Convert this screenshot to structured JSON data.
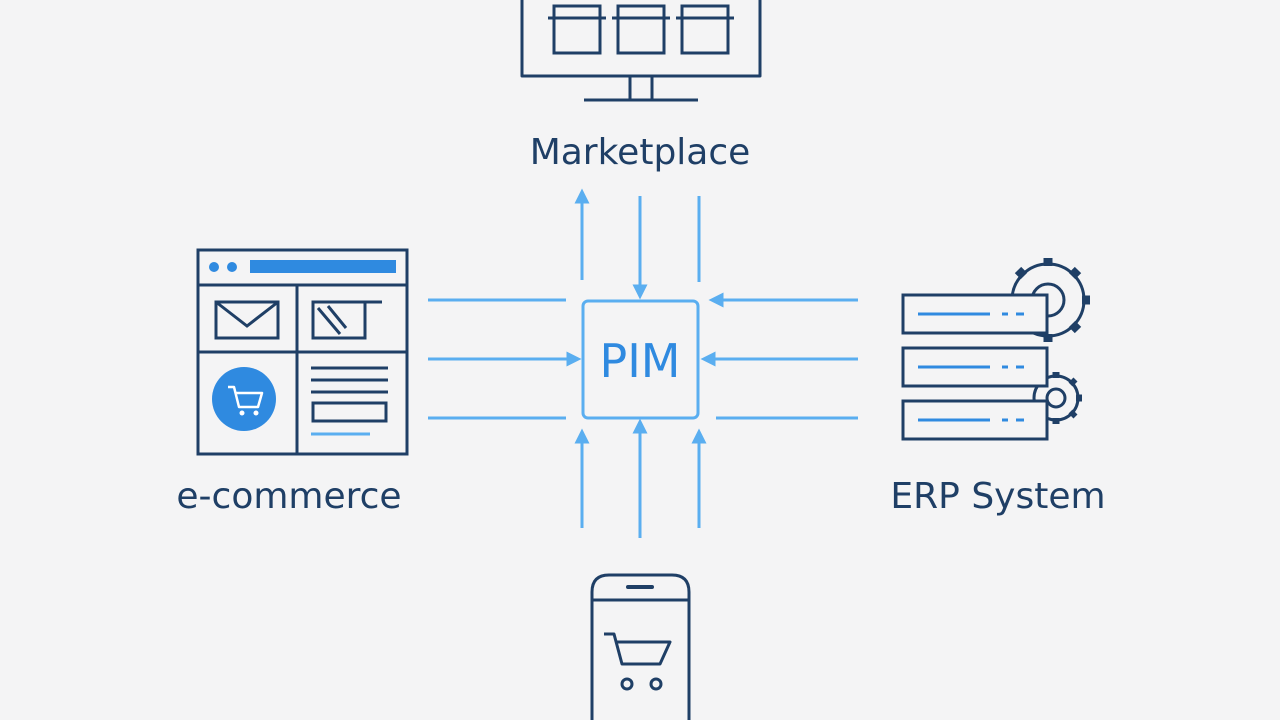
{
  "hub": {
    "label": "PIM"
  },
  "nodes": {
    "marketplace": {
      "label": "Marketplace",
      "icon": "monitor-storefront-icon"
    },
    "ecommerce": {
      "label": "e-commerce",
      "icon": "web-shop-window-icon"
    },
    "erp": {
      "label": "ERP System",
      "icon": "server-gears-icon"
    },
    "mobile": {
      "icon": "smartphone-cart-icon"
    }
  },
  "colors": {
    "background": "#f4f4f5",
    "outline": "#1f3f66",
    "accent": "#2f8ae0",
    "connector": "#5aaef0"
  }
}
